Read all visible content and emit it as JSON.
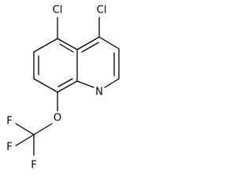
{
  "molecule": {
    "atoms": {
      "cl_5": "Cl",
      "cl_4": "Cl",
      "n_1": "N",
      "o_8": "O",
      "f_1": "F",
      "f_2": "F",
      "f_3": "F"
    }
  }
}
